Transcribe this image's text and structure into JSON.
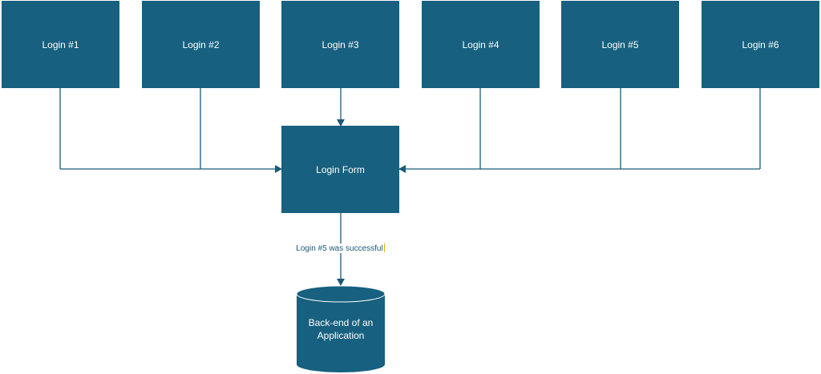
{
  "nodes": {
    "login_1": "Login #1",
    "login_2": "Login #2",
    "login_3": "Login #3",
    "login_4": "Login #4",
    "login_5": "Login #5",
    "login_6": "Login #6",
    "login_form": "Login Form",
    "backend": "Back-end of an Application"
  },
  "edges": {
    "form_to_backend": "Login #5 was successful"
  },
  "colors": {
    "node_fill": "#17607f",
    "connector": "#1b5a78",
    "node_text": "#ffffff"
  }
}
